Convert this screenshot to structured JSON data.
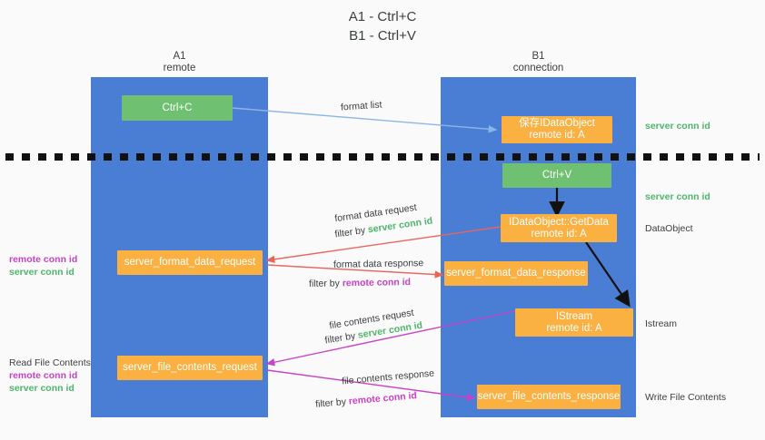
{
  "title": {
    "line1": "A1 - Ctrl+C",
    "line2": "B1 - Ctrl+V"
  },
  "columns": [
    {
      "name": "A1",
      "sub": "remote"
    },
    {
      "name": "B1",
      "sub": "connection"
    }
  ],
  "nodes": {
    "ctrl_c": "Ctrl+C",
    "ctrl_v": "Ctrl+V",
    "idataobject_top_l1": "保存IDataObject",
    "idataobject_top_l2": "remote id: A",
    "getdata_l1": "IDataObject::GetData",
    "getdata_l2": "remote id: A",
    "istream_l1": "IStream",
    "istream_l2": "remote id: A",
    "server_format_data_request": "server_format_data_request",
    "server_format_data_response": "server_format_data_response",
    "server_file_contents_request": "server_file_contents_request",
    "server_file_contents_response": "server_file_contents_response"
  },
  "edge_labels": {
    "format_list": "format list",
    "format_data_request": "format data request",
    "format_data_response": "format data response",
    "file_contents_request": "file contents request",
    "file_contents_response": "file contents response",
    "filter_by": "filter by",
    "server_conn_id": "server conn id",
    "remote_conn_id": "remote conn id"
  },
  "right_labels": {
    "server_conn_id_1": "server conn id",
    "server_conn_id_2": "server conn id",
    "dataobject": "DataObject",
    "istream": "Istream",
    "write_file_contents": "Write File Contents"
  },
  "left_labels": {
    "remote_conn_id_1": "remote conn id",
    "server_conn_id_1": "server conn id",
    "read_file_contents": "Read File Contents",
    "remote_conn_id_2": "remote conn id",
    "server_conn_id_2": "server conn id"
  },
  "colors": {
    "column": "#4a7ed4",
    "green_node": "#6fc071",
    "orange_node": "#fbb042",
    "green_text": "#4db56a",
    "magenta_text": "#c742c7",
    "red_arrow": "#e8655c",
    "magenta_arrow": "#c742c7",
    "blue_arrow": "#8ab6e8",
    "black_arrow": "#111111",
    "background": "#fafafa"
  }
}
